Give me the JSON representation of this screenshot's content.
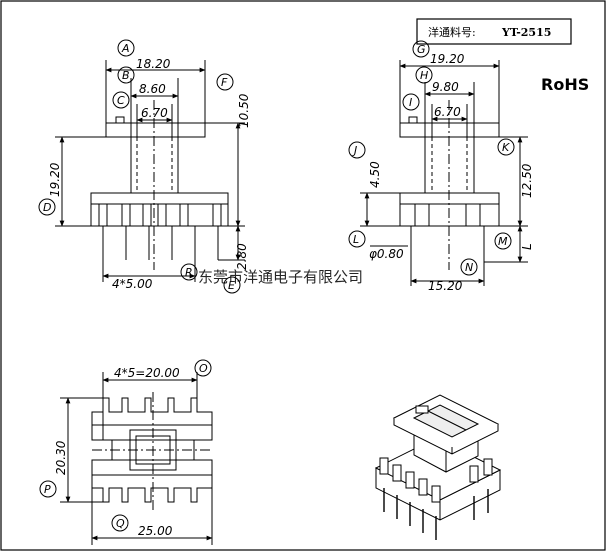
{
  "title_box": {
    "label": "洋通料号:",
    "part_number": "YT-2515"
  },
  "rohs": {
    "text": "RoHS",
    "color": "#0a8a1e"
  },
  "watermark": {
    "text": "东莞市洋通电子有限公司",
    "color": "#e25a5a"
  },
  "front_view": {
    "dim_A": {
      "letter": "A",
      "value": "18.20"
    },
    "dim_B": {
      "letter": "B",
      "value": "8.60"
    },
    "dim_C": {
      "letter": "C",
      "value": "6.70"
    },
    "dim_D": {
      "letter": "D",
      "value": "19.20"
    },
    "dim_E": {
      "letter": "E",
      "value": "2.80"
    },
    "dim_F": {
      "letter": "F",
      "value": "10.50"
    },
    "dim_R": {
      "letter": "R"
    },
    "pitch": {
      "value": "4*5.00"
    }
  },
  "side_view": {
    "dim_G": {
      "letter": "G",
      "value": "19.20"
    },
    "dim_H": {
      "letter": "H",
      "value": "9.80"
    },
    "dim_I": {
      "letter": "I",
      "value": "6.70"
    },
    "dim_J": {
      "letter": "J",
      "value": "4.50"
    },
    "dim_K": {
      "letter": "K",
      "value": "12.50"
    },
    "dim_L": {
      "letter": "L",
      "value": "φ0.80"
    },
    "dim_M": {
      "letter": "M",
      "value": "L"
    },
    "dim_N": {
      "letter": "N",
      "value": "15.20"
    }
  },
  "top_view": {
    "dim_O": {
      "letter": "O",
      "value": "4*5=20.00"
    },
    "dim_P": {
      "letter": "P",
      "value": "20.30"
    },
    "dim_Q": {
      "letter": "Q",
      "value": "25.00"
    }
  }
}
